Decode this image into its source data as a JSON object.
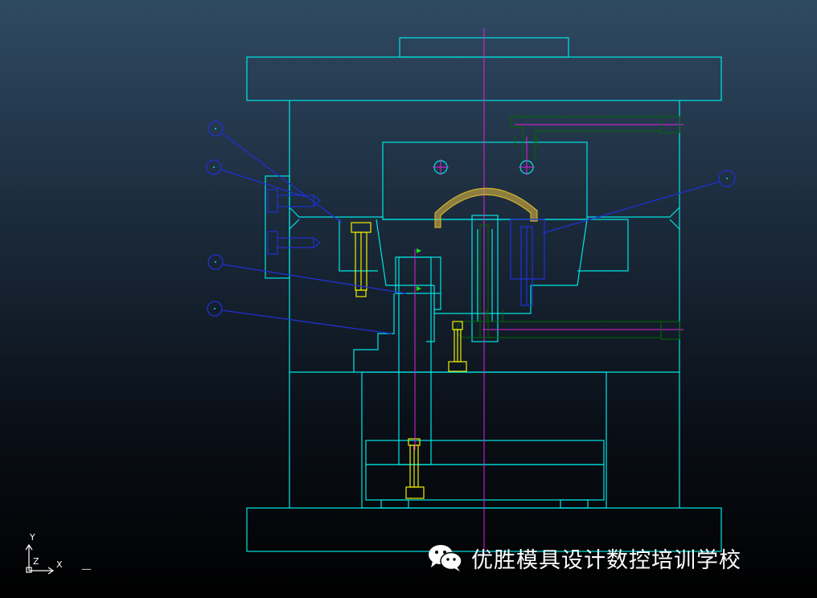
{
  "viewport": {
    "colors": {
      "outline": "#00e5e5",
      "centerline": "#e020e0",
      "leader": "#2030d0",
      "screw": "#f0f000",
      "hidden": "#006a00",
      "part": "#d2b030",
      "marker": "#20e020"
    }
  },
  "axes": {
    "y_label": "Y",
    "z_label": "Z",
    "x_label": "X",
    "extra": "__"
  },
  "watermark": {
    "icon": "wechat-icon",
    "text": "优胜模具设计数控培训学校"
  }
}
